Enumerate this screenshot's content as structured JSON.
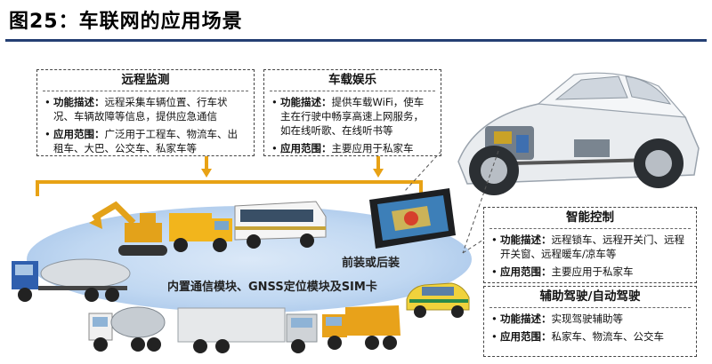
{
  "title": "图25：车联网的应用场景",
  "colors": {
    "accent": "#e8a215",
    "rule": "#243f73",
    "ellipse": "#b9d3f0"
  },
  "remote": {
    "heading": "远程监测",
    "desc_label": "功能描述：",
    "desc": "远程采集车辆位置、行车状况、车辆故障等信息，提供应急通信",
    "scope_label": "应用范围：",
    "scope": "广泛用于工程车、物流车、出租车、大巴、公交车、私家车等"
  },
  "entertainment": {
    "heading": "车载娱乐",
    "desc_label": "功能描述：",
    "desc": "提供车载WiFi，使车主在行驶中畅享高速上网服务，如在线听歌、在线听书等",
    "scope_label": "应用范围：",
    "scope": "主要应用于私家车"
  },
  "smart": {
    "heading": "智能控制",
    "desc_label": "功能描述：",
    "desc": "远程锁车、远程开关门、远程开关窗、远程暖车/凉车等",
    "scope_label": "应用范围：",
    "scope": "主要应用于私家车"
  },
  "adas": {
    "heading": "辅助驾驶/自动驾驶",
    "desc_label": "功能描述：",
    "desc": "实现驾驶辅助等",
    "scope_label": "应用范围：",
    "scope": "私家车、物流车、公交车"
  },
  "labels": {
    "module": "内置通信模块、GNSS定位模块及SIM卡",
    "front": "前装或后装"
  },
  "icons": [
    "excavator-icon",
    "street-sweeper-icon",
    "bus-icon",
    "tanker-truck-icon",
    "mixer-truck-icon",
    "box-truck-icon",
    "dump-truck-icon",
    "taxi-icon",
    "navigation-screen-icon",
    "car-chassis-icon"
  ]
}
